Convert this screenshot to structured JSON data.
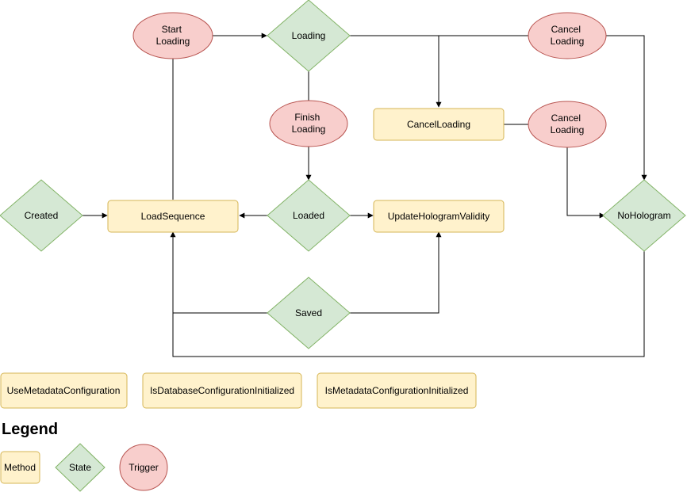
{
  "colors": {
    "method_fill": "#fff2cc",
    "method_stroke": "#d6b656",
    "state_fill": "#d5e8d4",
    "state_stroke": "#82b366",
    "trigger_fill": "#f8cecc",
    "trigger_stroke": "#b85450",
    "line": "#000000"
  },
  "nodes": {
    "start_loading": [
      "Start",
      "Loading"
    ],
    "loading": [
      "Loading"
    ],
    "cancel_loading_top": [
      "Cancel",
      "Loading"
    ],
    "finish_loading": [
      "Finish",
      "Loading"
    ],
    "cancelloading_method": [
      "CancelLoading"
    ],
    "cancel_loading_mid": [
      "Cancel",
      "Loading"
    ],
    "created": [
      "Created"
    ],
    "loadsequence": [
      "LoadSequence"
    ],
    "loaded": [
      "Loaded"
    ],
    "updatehologramvalidity": [
      "UpdateHologramValidity"
    ],
    "nohologram": [
      "NoHologram"
    ],
    "saved": [
      "Saved"
    ],
    "usemetadataconfiguration": [
      "UseMetadataConfiguration"
    ],
    "isdatabaseconfigurationinitialized": [
      "IsDatabaseConfigurationInitialized"
    ],
    "ismetadataconfigurationinitialized": [
      "IsMetadataConfigurationInitialized"
    ]
  },
  "legend": {
    "title": "Legend",
    "method": [
      "Method"
    ],
    "state": [
      "State"
    ],
    "trigger": [
      "Trigger"
    ]
  }
}
